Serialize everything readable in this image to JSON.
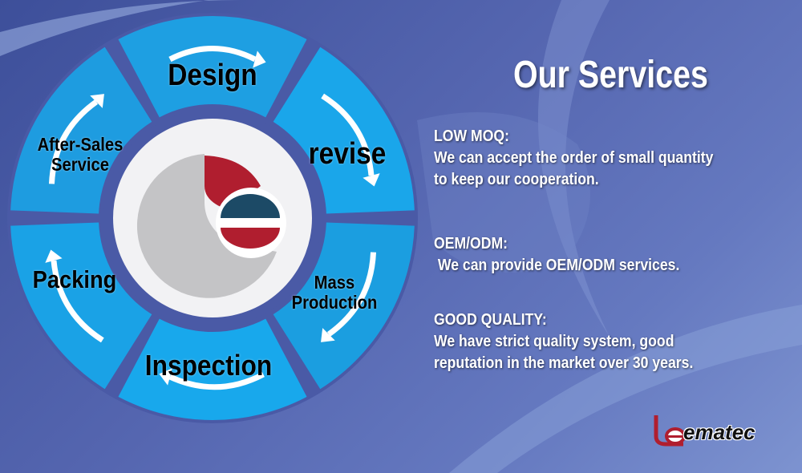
{
  "wheel": {
    "steps": [
      "Design",
      "revise",
      "Mass Production",
      "Inspection",
      "Packing",
      "After-Sales Service"
    ],
    "segment_color": "#1ba3e6",
    "ring_color": "#4a5aa6"
  },
  "title": "Our Services",
  "services": [
    {
      "heading": "LOW MOQ:",
      "lines": [
        "We can accept the order of small quantity",
        "to keep our cooperation."
      ]
    },
    {
      "heading": "OEM/ODM:",
      "lines": [
        " We can provide OEM/ODM services."
      ]
    },
    {
      "heading": "GOOD QUALITY:",
      "lines": [
        "We have strict quality system, good",
        "reputation in the market over 30 years."
      ]
    }
  ],
  "logo": {
    "text": "ematec",
    "red": "#b01e2f",
    "navy": "#1c4a66"
  }
}
